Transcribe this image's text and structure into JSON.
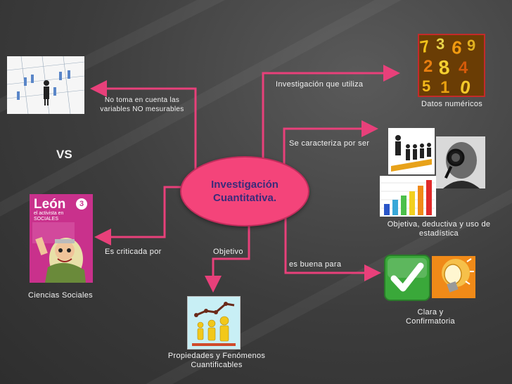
{
  "center": {
    "title": "Investigación Cuantitativa."
  },
  "vs_label": "VS",
  "branches": {
    "utiliza": {
      "edge_label": "Investigación que utiliza",
      "node_label": "Datos numéricos"
    },
    "caracteriza": {
      "edge_label": "Se caracteriza por ser",
      "node_label": "Objetiva, deductiva y uso de estadística"
    },
    "buena": {
      "edge_label": "es buena para",
      "node_label": "Clara y Confirmatoria"
    },
    "objetivo": {
      "edge_label": "Objetivo",
      "node_label": "Propiedades y Fenómenos Cuantificables"
    },
    "criticada": {
      "edge_label": "Es criticada por",
      "node_label": "Ciencias Sociales"
    },
    "no_toma": {
      "edge_label": "No toma en cuenta las variables NO mesurables"
    }
  },
  "book": {
    "title": "León",
    "subtitle": "el activista en SOCIALES",
    "badge": "3"
  },
  "colors": {
    "line": "#e8407a",
    "center_fill": "#f4447a",
    "center_text": "#3a2b7a",
    "background": "#3c3c3c"
  },
  "icons": [
    "numbers-photo",
    "business-figures-photo",
    "executive-figures-icon",
    "magnifier-man-photo",
    "bar-chart-icon",
    "checkmark-icon",
    "lightbulb-icon",
    "people-growth-chart-icon",
    "book-cover-image"
  ]
}
